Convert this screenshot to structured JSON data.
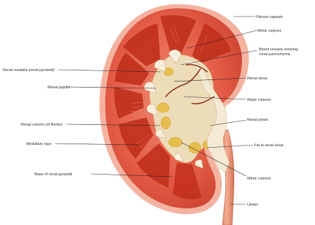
{
  "colors": {
    "cortex": "#e8644e",
    "cortex_light": "#f29a82",
    "capsule": "#f6b8a6",
    "medulla": "#c8361f",
    "sinus": "#f1e3c4",
    "fat": "#e9c55a",
    "vessel": "#9c3b1e",
    "ureter": "#e59172"
  },
  "labels": {
    "fibrous_capsule": "Fibrous capsule",
    "minor_calyces_top": "Minor calyces",
    "blood_vessels_line1": "Blood vessels entering",
    "blood_vessels_line2": "renal parenchyma",
    "renal_medulla": "Renal medulla (renal pyramid)",
    "renal_papilla": "Renal papilla",
    "renal_sinus": "Renal sinus",
    "major_calyces": "Major calyces",
    "renal_column": "Renal column (of Bertin)",
    "renal_pelvis": "Renal pelvis",
    "medullary_rays": "Medullary rays",
    "fat_in_renal_sinus": "Fat in renal sinus",
    "base_of_renal_pyramid": "Base of renal pyramid",
    "minor_calyces_bottom": "Minor calyces",
    "ureter": "Ureter"
  }
}
